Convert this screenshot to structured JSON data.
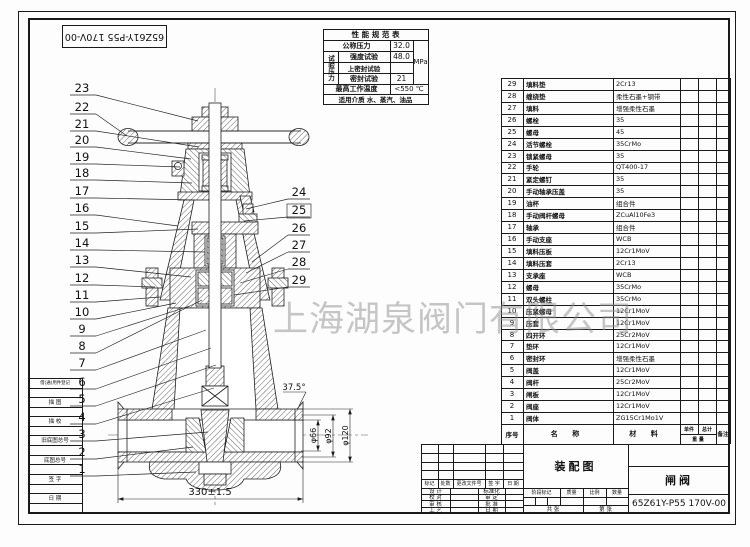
{
  "corner_number": "65Z61Y-P55 170V-00",
  "watermark": "上海湖泉阀门有限公司",
  "spec_table": {
    "title": "性 能 规 范 表",
    "nominal_pressure_label": "公称压力",
    "nominal_pressure_value": "32.0",
    "test_pressure_label": "试验压力",
    "strength_label": "强度试验",
    "strength_value": "48.0",
    "upper_seal_label": "上密封试验",
    "upper_seal_value": "",
    "seal_label": "密封试验",
    "seal_value": "21",
    "unit": "MPa",
    "max_temp_label": "最高工作温度",
    "max_temp_value": "<550 ℃",
    "media": "适用介质  水、蒸汽、油品"
  },
  "parts_table": {
    "footer": {
      "seq": "序号",
      "name": "名   称",
      "material": "材   料",
      "unit_weight": "单件",
      "total_weight": "总计",
      "weight": "重 量",
      "remarks": "备注"
    },
    "rows": [
      {
        "no": "29",
        "name": "填料垫",
        "material": "2Cr13"
      },
      {
        "no": "28",
        "name": "缠绕垫",
        "material": "柔性石墨+钢带"
      },
      {
        "no": "27",
        "name": "填料",
        "material": "增强柔性石墨"
      },
      {
        "no": "26",
        "name": "螺栓",
        "material": "35"
      },
      {
        "no": "25",
        "name": "螺母",
        "material": "45"
      },
      {
        "no": "24",
        "name": "活节螺栓",
        "material": "35CrMo"
      },
      {
        "no": "23",
        "name": "锁紧螺母",
        "material": "35"
      },
      {
        "no": "22",
        "name": "手轮",
        "material": "QT400-17"
      },
      {
        "no": "21",
        "name": "紧定螺钉",
        "material": "35"
      },
      {
        "no": "20",
        "name": "手动轴承压盖",
        "material": "35"
      },
      {
        "no": "19",
        "name": "油杯",
        "material": "组合件"
      },
      {
        "no": "18",
        "name": "手动阀杆螺母",
        "material": "ZCuAl10Fe3"
      },
      {
        "no": "17",
        "name": "轴承",
        "material": "组合件"
      },
      {
        "no": "16",
        "name": "手动支座",
        "material": "WCB"
      },
      {
        "no": "15",
        "name": "填料压板",
        "material": "12Cr1MoV"
      },
      {
        "no": "14",
        "name": "填料压套",
        "material": "2Cr13"
      },
      {
        "no": "13",
        "name": "支承座",
        "material": "WCB"
      },
      {
        "no": "12",
        "name": "螺母",
        "material": "35CrMo"
      },
      {
        "no": "11",
        "name": "双头螺柱",
        "material": "35CrMo"
      },
      {
        "no": "10",
        "name": "压紧螺母",
        "material": "12Cr1MoV"
      },
      {
        "no": "9",
        "name": "压套",
        "material": "12Cr1MoV"
      },
      {
        "no": "8",
        "name": "四开环",
        "material": "25Cr2MoV"
      },
      {
        "no": "7",
        "name": "垫环",
        "material": "12Cr1MoV"
      },
      {
        "no": "6",
        "name": "密封环",
        "material": "增强柔性石墨"
      },
      {
        "no": "5",
        "name": "阀盖",
        "material": "12Cr1MoV"
      },
      {
        "no": "4",
        "name": "阀杆",
        "material": "25Cr2MoV"
      },
      {
        "no": "3",
        "name": "闸板",
        "material": "12Cr1MoV"
      },
      {
        "no": "2",
        "name": "阀座",
        "material": "12Cr1MoV"
      },
      {
        "no": "1",
        "name": "阀体",
        "material": "ZG15Cr1Mo1V"
      }
    ]
  },
  "title_block": {
    "rev_header": [
      "标记",
      "处数",
      "更改文件号",
      "签 字",
      "日 期"
    ],
    "sign_left": [
      "设 计",
      "校 对",
      "审 核",
      "工 艺"
    ],
    "sign_mid": [
      "标准化",
      "审 定",
      "批 准",
      "日 期"
    ],
    "stage_header": [
      "阶段标记",
      "质量",
      "比例",
      "数量"
    ],
    "sheet_total": "共 张",
    "sheet_no": "第 张",
    "doc_type": "装配图",
    "product_name": "闸阀",
    "drawing_number": "65Z61Y-P55 170V-00"
  },
  "left_strip": [
    "借(通)用件登记",
    "描 图",
    "描 校",
    "旧底图总号",
    "底图总号",
    "签 字",
    "日 期"
  ],
  "balloons_left": [
    "23",
    "22",
    "21",
    "20",
    "19",
    "18",
    "17",
    "16",
    "15",
    "14",
    "13",
    "12",
    "11",
    "10",
    "9",
    "8",
    "7",
    "6",
    "5",
    "4",
    "3",
    "2",
    "1"
  ],
  "balloons_right": [
    "24",
    "25",
    "26",
    "27",
    "28",
    "29"
  ],
  "dimensions": {
    "face_to_face": "330±1.5",
    "bore": "φ66",
    "counterbore": "φ92",
    "outer": "φ120",
    "bevel_angle": "37.5°"
  }
}
